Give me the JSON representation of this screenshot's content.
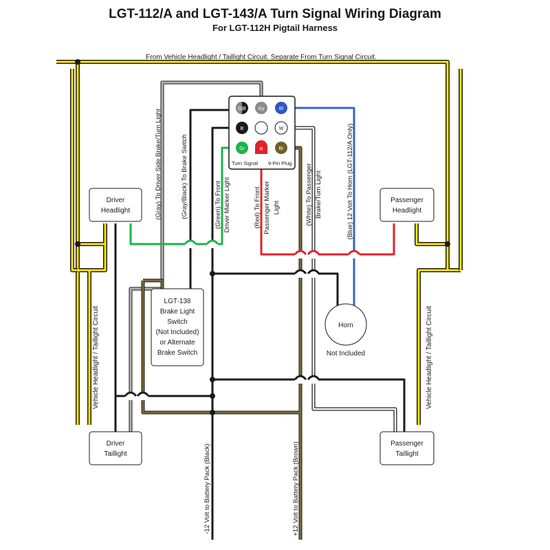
{
  "title": "LGT-112/A and LGT-143/A Turn Signal Wiring Diagram",
  "subtitle": "For LGT-112H Pigtail Harness",
  "top_note": "From Vehicle Headlight / Taillight Circuit. Separate From Turn Signal Circuit.",
  "colors": {
    "yellow": "#ffe600",
    "gray": "#b3b3b3",
    "black": "#1a1a1a",
    "green": "#1db34a",
    "red": "#e3202a",
    "brown": "#7a6a3a",
    "blue": "#3a63c6",
    "white_wire": "#ffffff"
  },
  "boxes": {
    "driver_headlight": "Driver\nHeadlight",
    "passenger_headlight": "Passenger\nHeadlight",
    "driver_taillight": "Driver\nTaillight",
    "passenger_taillight": "Passenger\nTaillight",
    "lgt138": "LGT-138\nBrake Light\nSwitch\n(Not Included)\nor Alternate\nBrake Switch"
  },
  "plug": {
    "pins": [
      "G|B",
      "Gy",
      "Bl",
      "B",
      "",
      "W",
      "Gr",
      "R",
      "Br"
    ],
    "label_left": "Turn Signal",
    "label_right": "9-Pin Plug"
  },
  "wire_labels": {
    "gray": "(Gray) To Driver Side Brake/Turn Light",
    "gray_black": "(Gray/Black) To Brake Switch",
    "green": [
      "(Green) To Front",
      "Driver Marker Light"
    ],
    "red": [
      "(Red) To Front",
      "Passenger Marker",
      "Light"
    ],
    "white": [
      "(White) To Passenger",
      "Brake/Turn Light"
    ],
    "blue": "(Blue) 12 Volt To Horn (LGT-112/A Only)"
  },
  "side_labels": {
    "left": "Vehicle Headlight / Taillight Circuit",
    "right": "Vehicle Headlight / Taillight Circuit"
  },
  "horn": {
    "label": "Horn",
    "note": "Not Included"
  },
  "battery": {
    "negative": "-12 Volt to Battery Pack (Black)",
    "positive": "+12 Volt to Battery Pack (Brown)"
  }
}
